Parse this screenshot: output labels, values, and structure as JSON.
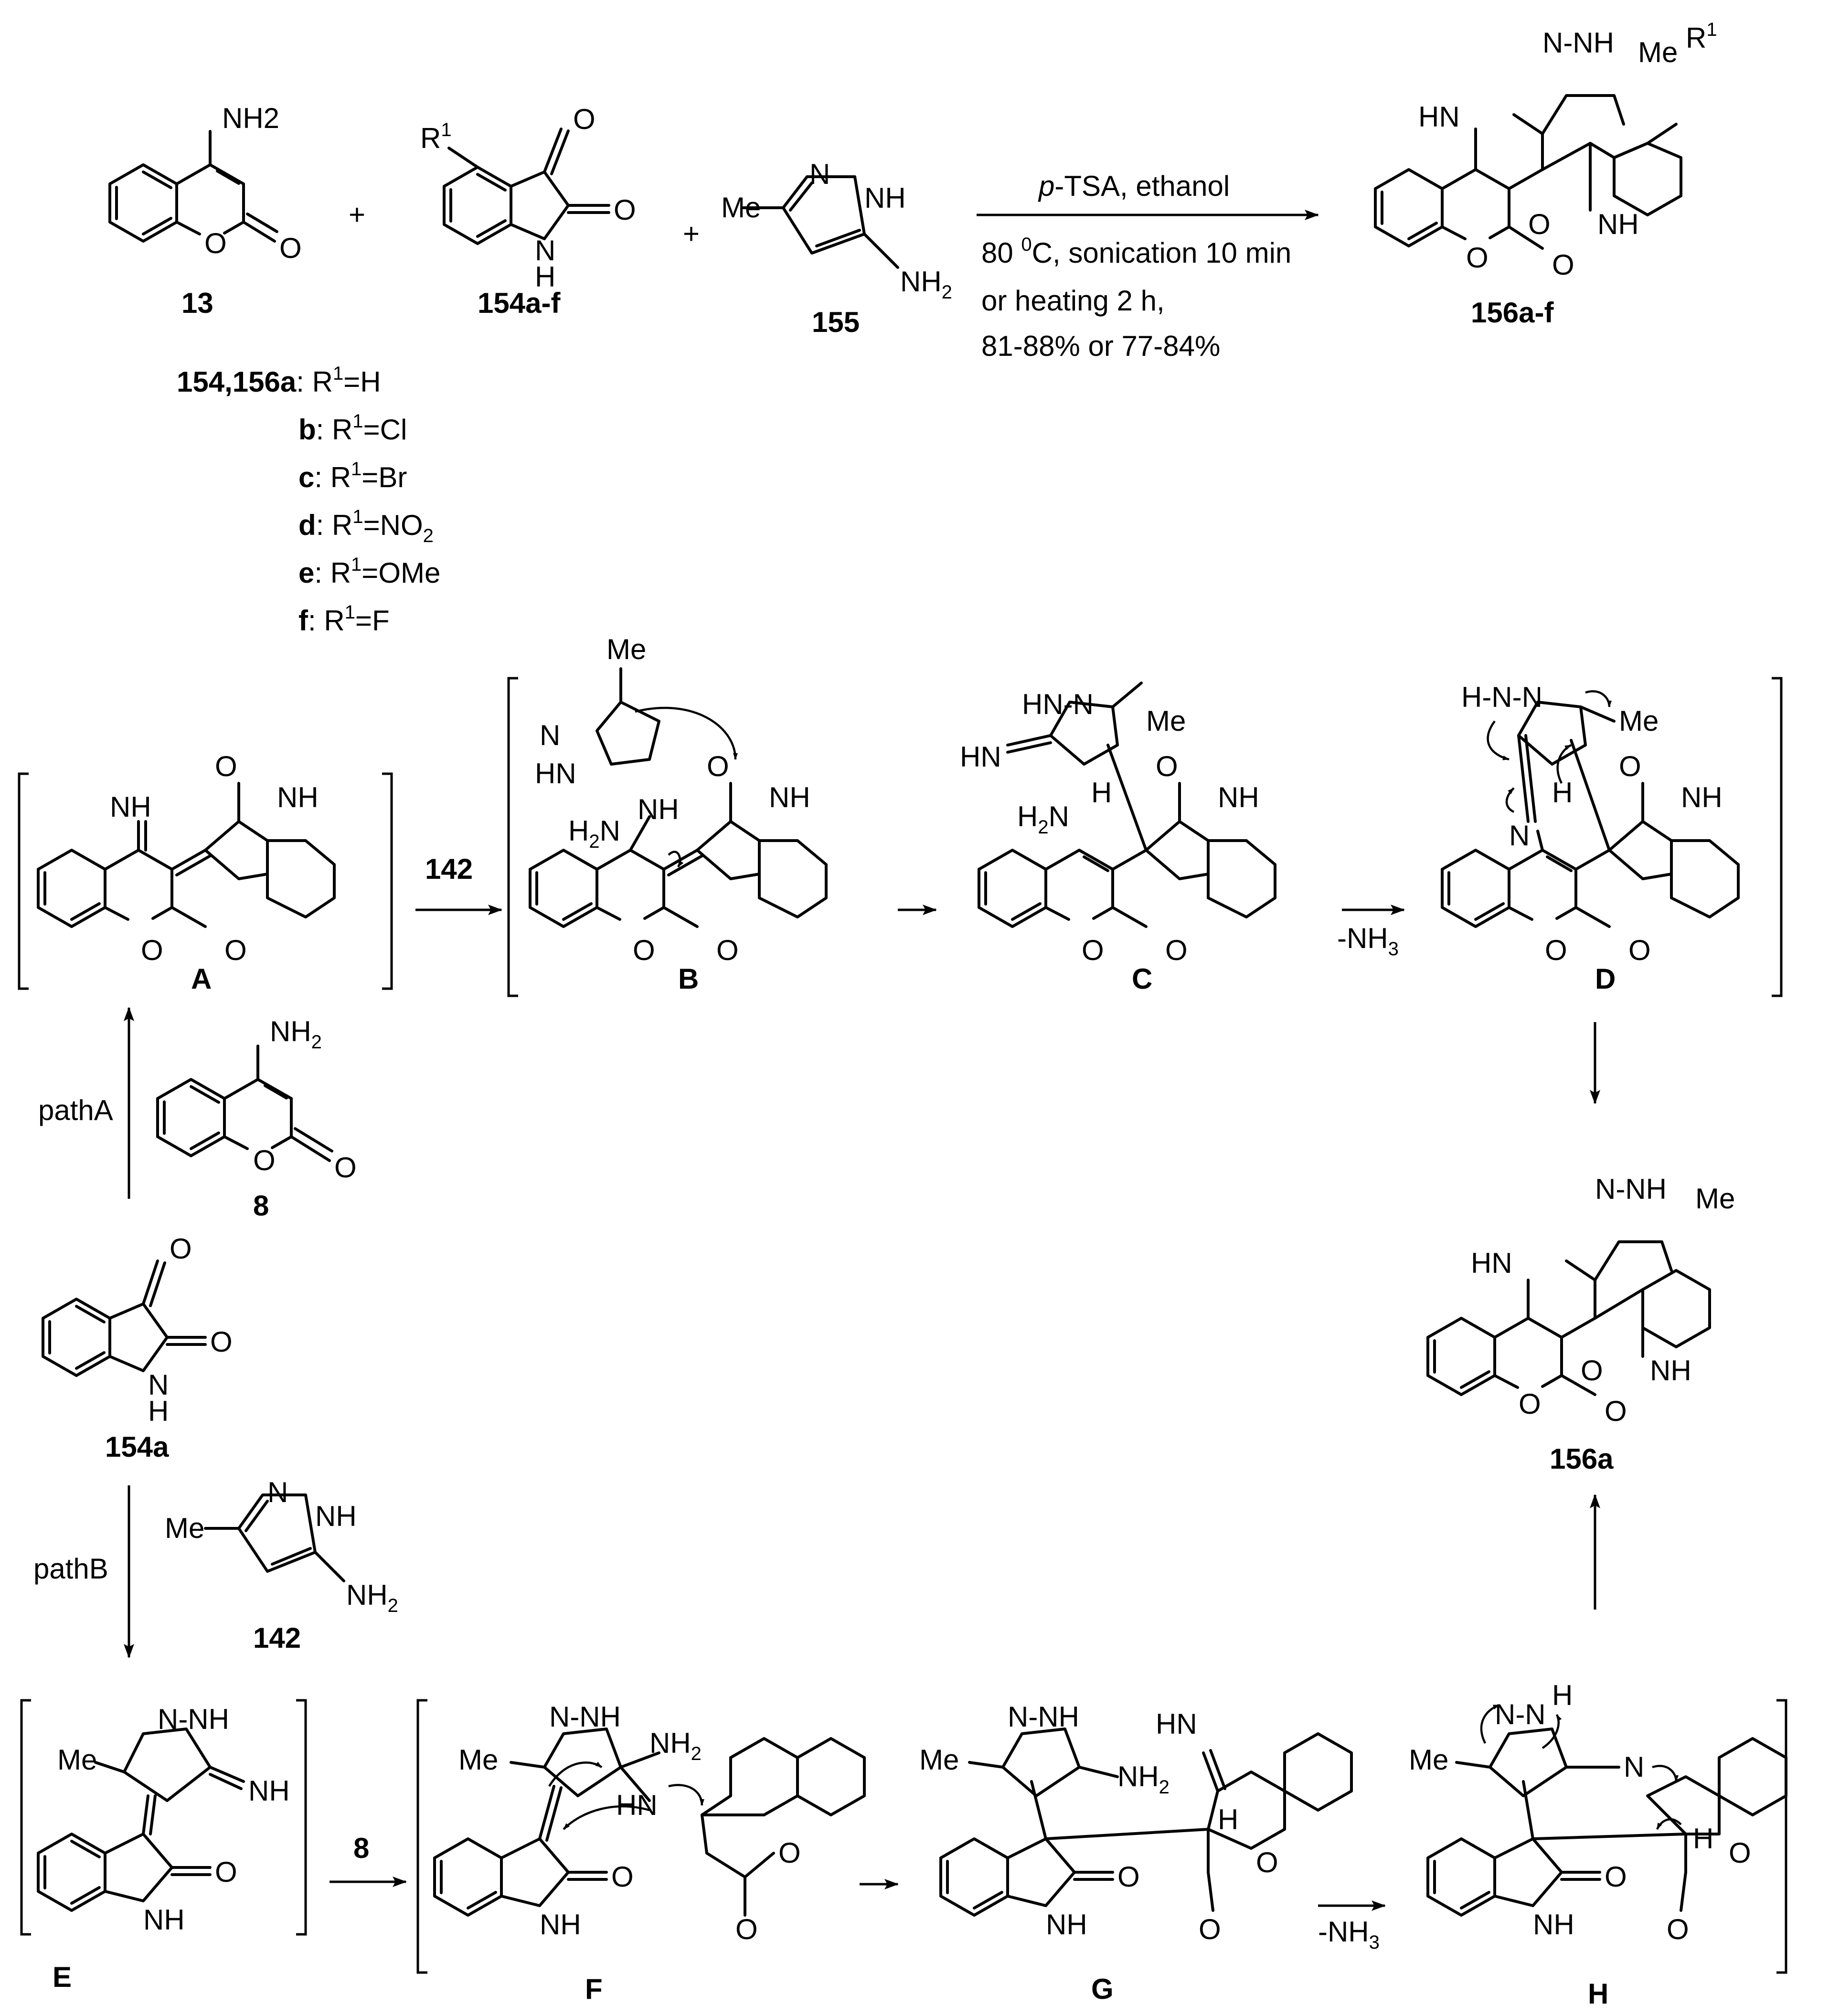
{
  "reaction": {
    "reactants": [
      {
        "id": "13",
        "label": "13",
        "atoms": [
          "NH2",
          "O",
          "O"
        ]
      },
      {
        "id": "154",
        "label": "154a-f",
        "atoms": [
          "R1",
          "O",
          "O",
          "N",
          "H"
        ]
      },
      {
        "id": "155",
        "label": "155",
        "atoms": [
          "N",
          "NH",
          "Me",
          "NH2"
        ]
      }
    ],
    "plus": "+",
    "conditions": {
      "catalyst_prefix": "p",
      "catalyst_rest": "-TSA, ethanol",
      "line2": "80 0C, sonication 10 min",
      "line3": "or heating 2 h,",
      "line4": "81-88% or 77-84%"
    },
    "product": {
      "label": "156a-f",
      "atoms": [
        "N",
        "NH",
        "Me",
        "R1",
        "HN",
        "O",
        "NH",
        "O",
        "O"
      ]
    }
  },
  "substituents": [
    {
      "key": "154,156a",
      "value": ": R1=H"
    },
    {
      "key": "b",
      "value": ": R1=Cl"
    },
    {
      "key": "c",
      "value": ": R1=Br"
    },
    {
      "key": "d",
      "value": ": R1=NO2"
    },
    {
      "key": "e",
      "value": ": R1=OMe"
    },
    {
      "key": "f",
      "value": ": R1=F"
    }
  ],
  "mechanism": {
    "intermediates": {
      "A": "A",
      "B": "B",
      "C": "C",
      "D": "D",
      "E": "E",
      "F": "F",
      "G": "G",
      "H": "H"
    },
    "reagents": {
      "r142": "142",
      "r8": "8",
      "minusNH3": "-NH3",
      "pathA": "pathA",
      "pathB": "pathB"
    },
    "standalone": {
      "isatin": "154a",
      "coumarin": "8",
      "pyrazole": "142",
      "final": "156a"
    },
    "atom_labels": {
      "NH": "NH",
      "HN": "HN",
      "H": "H",
      "O": "O",
      "N": "N",
      "Me": "Me",
      "NH2": "NH2",
      "H2N": "H2N",
      "HNeq": "HN=",
      "Hdash": "H-"
    }
  }
}
